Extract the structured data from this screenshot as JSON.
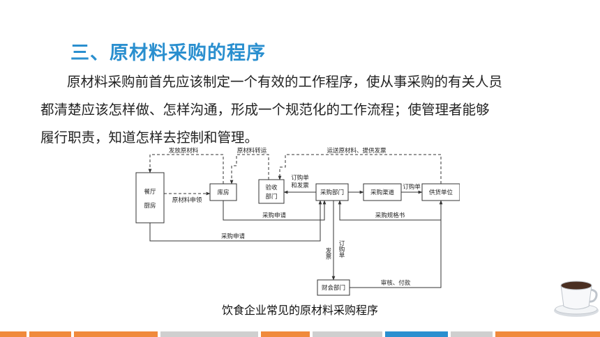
{
  "title": "三、原材料采购的程序",
  "paragraph": [
    "原材料采购前首先应该制定一个有效的工作程序，使从事采购的有关人员",
    "都清楚应该怎样做、怎样沟通，形成一个规范化的工作流程；使管理者能够",
    "履行职责，知道怎样去控制和管理。"
  ],
  "diagram": {
    "nodes": {
      "kitchen_1": "餐厅",
      "kitchen_2": "厨房",
      "warehouse": "库房",
      "inspection_1": "验收",
      "inspection_2": "部门",
      "purchasing": "采购部门",
      "channel": "采购渠道",
      "supplier": "供货单位",
      "finance": "财会部门"
    },
    "labels": {
      "issue_material": "发放原材料",
      "material_transfer": "原材料转运",
      "deliver_invoice": "运送原材料、提供发票",
      "order_invoice_1": "订购单",
      "order_invoice_2": "和发票",
      "order_form": "订购单",
      "material_request": "原材料申领",
      "purchase_request_1": "采购申请",
      "spec_sheet": "采购规格书",
      "purchase_request_2": "采购申请",
      "invoice_v": "发票",
      "order_v": "订购单",
      "audit_pay": "审核、付款"
    }
  },
  "caption": "饮食企业常见的原材料采购程序",
  "colors": {
    "title": "#2a8fcf",
    "bar_orange": "#f08a3c",
    "bar_blue": "#2a8fcf",
    "bar_gray": "#cfcfcf"
  }
}
